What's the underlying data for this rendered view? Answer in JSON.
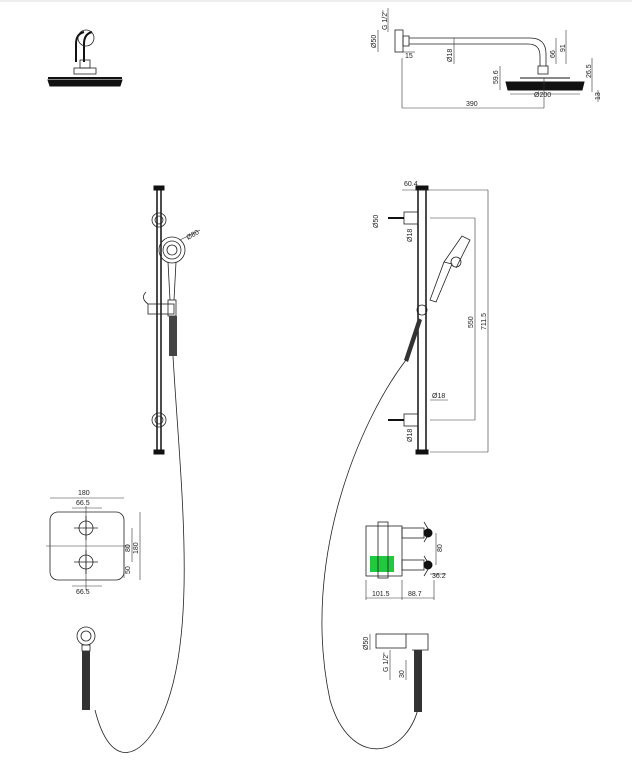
{
  "head_shower_side": {
    "thread": "G 1/2\"",
    "dia_flange": "Ø50",
    "offset_15": "15",
    "dia_arm": "Ø18",
    "d66": "66",
    "d91": "91",
    "d59_6": "59.6",
    "d26_5": "26.5",
    "d13": "13",
    "dia_head": "Ø200",
    "arm_length": "390"
  },
  "rail_side": {
    "d60_4": "60.4",
    "dia_50": "Ø50",
    "dia_18_top": "Ø18",
    "d550": "550",
    "d711_5": "711.5",
    "dia_18_mid": "Ø18",
    "dia_18_bot": "Ø18"
  },
  "hand_shower": {
    "dia_80": "Ø80"
  },
  "valve_front": {
    "w180": "180",
    "w66_5_top": "66.5",
    "h80": "80",
    "h180": "180",
    "h50": "50",
    "w66_5_bottom": "66.5"
  },
  "valve_side": {
    "h80": "80",
    "d36_2": "36.2",
    "w101_5": "101.5",
    "w88_7": "88.7",
    "accent_color": "#22c840"
  },
  "elbow_side": {
    "dia_50": "Ø50",
    "thread": "G 1/2\"",
    "d30": "30"
  }
}
